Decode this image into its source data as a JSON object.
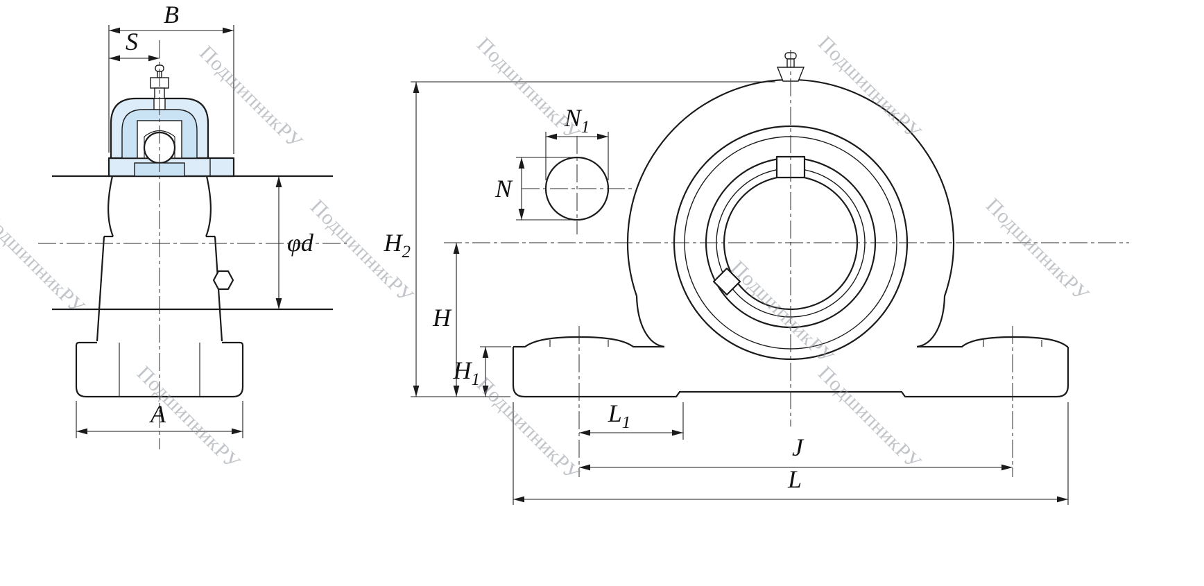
{
  "watermark": {
    "text": "ПодшипникРУ"
  },
  "side_view": {
    "dim_B": "B",
    "dim_S": "S",
    "dim_phi_d": "φd",
    "dim_A": "A"
  },
  "front_view": {
    "dim_N1_base": "N",
    "dim_N1_sub": "1",
    "dim_N": "N",
    "dim_H2_base": "H",
    "dim_H2_sub": "2",
    "dim_H": "H",
    "dim_H1_base": "H",
    "dim_H1_sub": "1",
    "dim_L1_base": "L",
    "dim_L1_sub": "1",
    "dim_J": "J",
    "dim_L": "L"
  }
}
